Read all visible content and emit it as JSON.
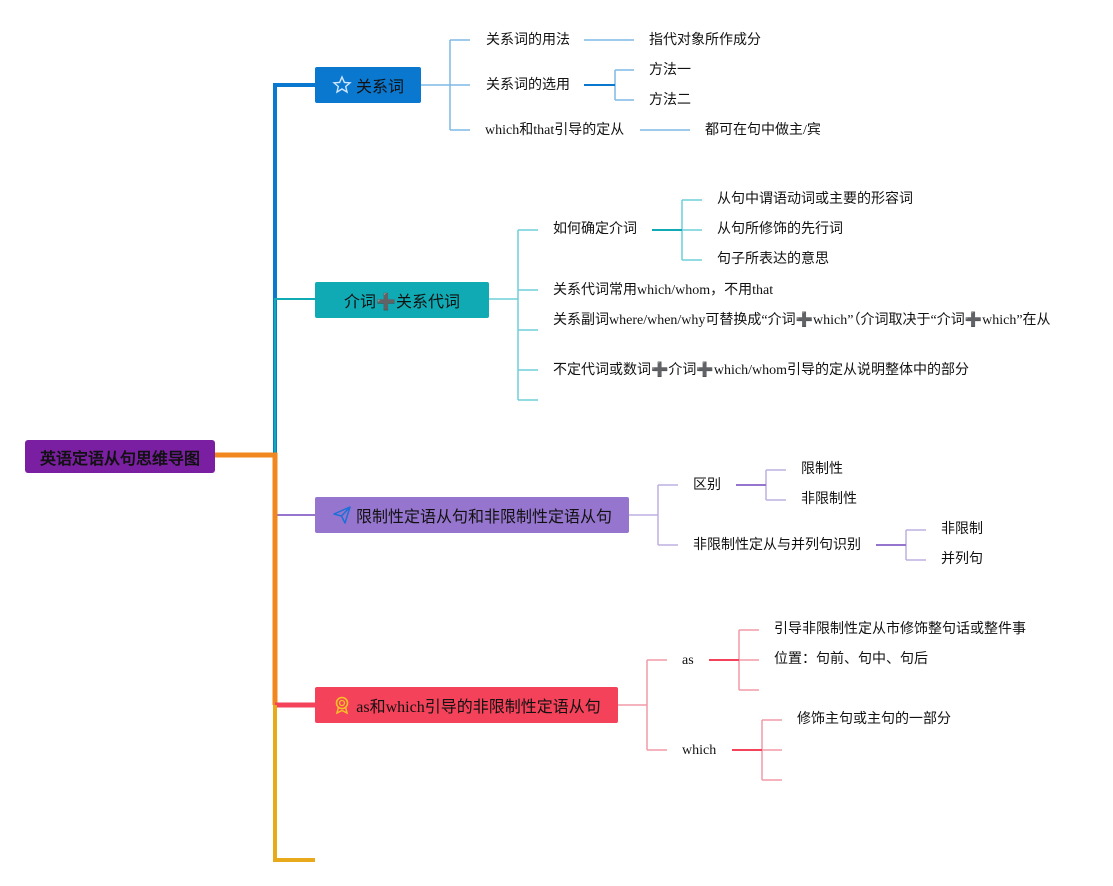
{
  "root": {
    "label": "英语定语从句思维导图",
    "color": "#7b1fa2"
  },
  "branches": [
    {
      "label": "关系词",
      "color": "#0b78d0",
      "icon": "star-icon",
      "children": [
        {
          "label": "关系词的用法",
          "children": [
            "指代对象所作成分"
          ]
        },
        {
          "label": "关系词的选用",
          "children": [
            "方法一",
            "方法二"
          ]
        },
        {
          "label": "which和that引导的定从",
          "children": [
            "都可在句中做主/宾"
          ]
        }
      ]
    },
    {
      "label": "介词➕关系代词",
      "color": "#10aab4",
      "icon": "none",
      "children": [
        {
          "label": "如何确定介词",
          "children": [
            "从句中谓语动词或主要的形容词",
            "从句所修饰的先行词",
            "句子所表达的意思"
          ]
        },
        {
          "label": "关系代词常用which/whom，不用that",
          "children": []
        },
        {
          "label": "关系副词where/when/why可替换成“介词➕which”（介词取决于“介词➕which”在从",
          "children": []
        },
        {
          "label": "不定代词或数词➕介词➕which/whom引导的定从说明整体中的部分",
          "children": []
        },
        {
          "label": "",
          "children": []
        }
      ]
    },
    {
      "label": "限制性定语从句和非限制性定语从句",
      "color": "#9575cd",
      "icon": "paper-plane-icon",
      "children": [
        {
          "label": "区别",
          "children": [
            "限制性",
            "非限制性"
          ]
        },
        {
          "label": "非限制性定从与并列句识别",
          "children": [
            "非限制",
            "并列句"
          ]
        }
      ]
    },
    {
      "label": "as和which引导的非限制性定语从句",
      "color": "#f4425a",
      "icon": "award-icon",
      "children": [
        {
          "label": "as",
          "children": [
            "引导非限制性定从市修饰整句话或整件事",
            "位置：句前、句中、句后",
            ""
          ]
        },
        {
          "label": "which",
          "children": [
            "修饰主句或主句的一部分",
            "",
            ""
          ]
        }
      ]
    }
  ],
  "colors": {
    "root_connector": "#f0871f",
    "trunk_bottom": "#e8a91a",
    "b0_light": "#7fb8e6",
    "b1_light": "#6fcfd8",
    "b2_light": "#bdb0e3",
    "b3_light": "#f29aa8"
  }
}
